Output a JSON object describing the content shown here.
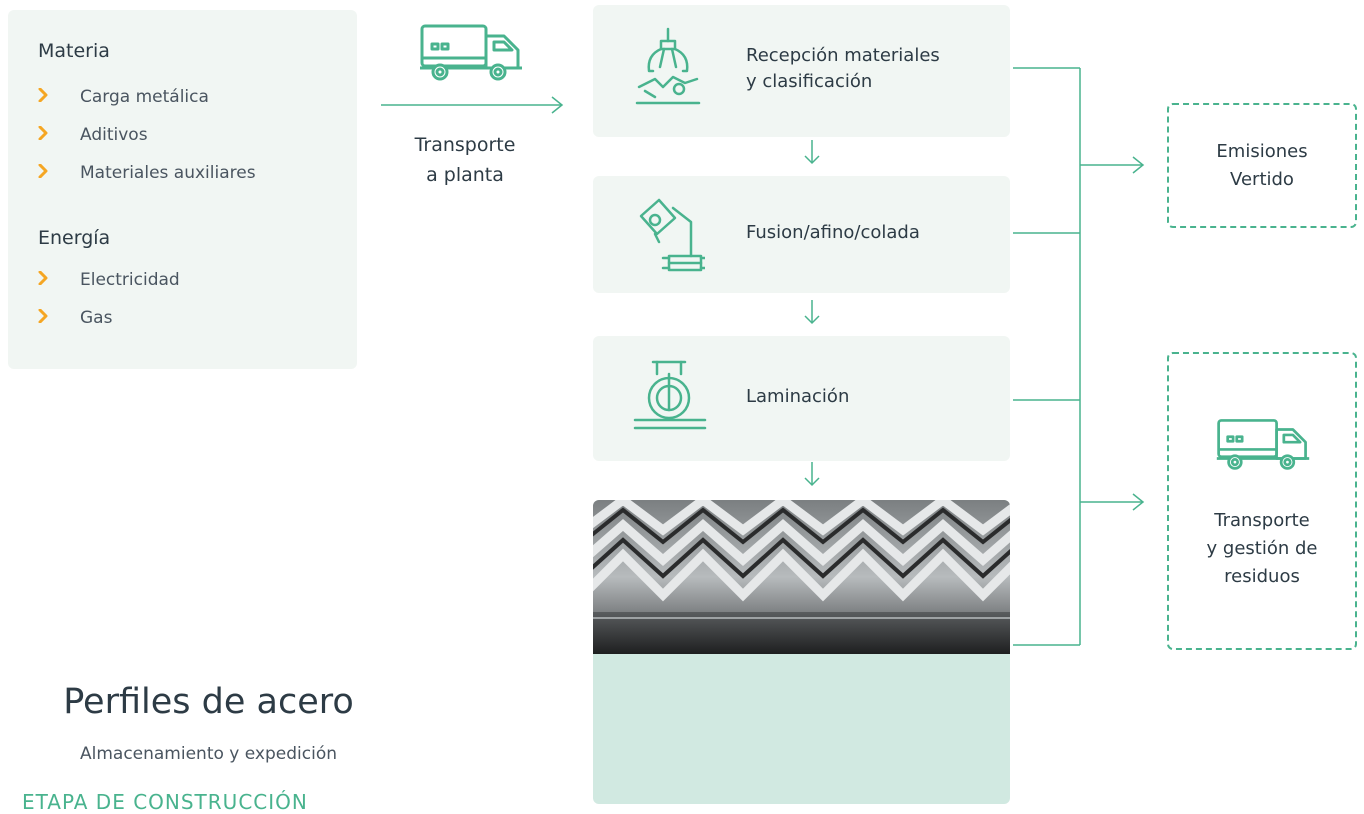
{
  "inputs": {
    "materia": {
      "title": "Materia",
      "items": [
        "Carga metálica",
        "Aditivos",
        "Materiales auxiliares"
      ]
    },
    "energia": {
      "title": "Energía",
      "items": [
        "Electricidad",
        "Gas"
      ]
    }
  },
  "transport_in": {
    "label_line1": "Transporte",
    "label_line2": "a planta",
    "icon": "truck-icon"
  },
  "process_steps": [
    {
      "line1": "Recepción materiales",
      "line2": "y clasificación",
      "icon": "crane-claw-icon"
    },
    {
      "line1": "Fusion/afino/colada",
      "icon": "ladle-icon"
    },
    {
      "line1": "Laminación",
      "icon": "roller-icon"
    }
  ],
  "product": {
    "title": "Perfiles de acero",
    "subtitle": "Almacenamiento y expedición",
    "image": "steel-angle-profiles-photo"
  },
  "outputs": {
    "emissions": {
      "line1": "Emisiones",
      "line2": "Vertido"
    },
    "waste": {
      "line1": "Transporte",
      "line2": "y gestión de",
      "line3": "residuos",
      "icon": "truck-icon"
    }
  },
  "footer": {
    "text": "ETAPA DE CONSTRUCCIÓN"
  },
  "colors": {
    "accent": "#49b38e",
    "panel_bg": "#f1f6f3",
    "product_bg": "#d1e9e1",
    "chevron": "#f5a623",
    "text": "#2d3b45"
  }
}
